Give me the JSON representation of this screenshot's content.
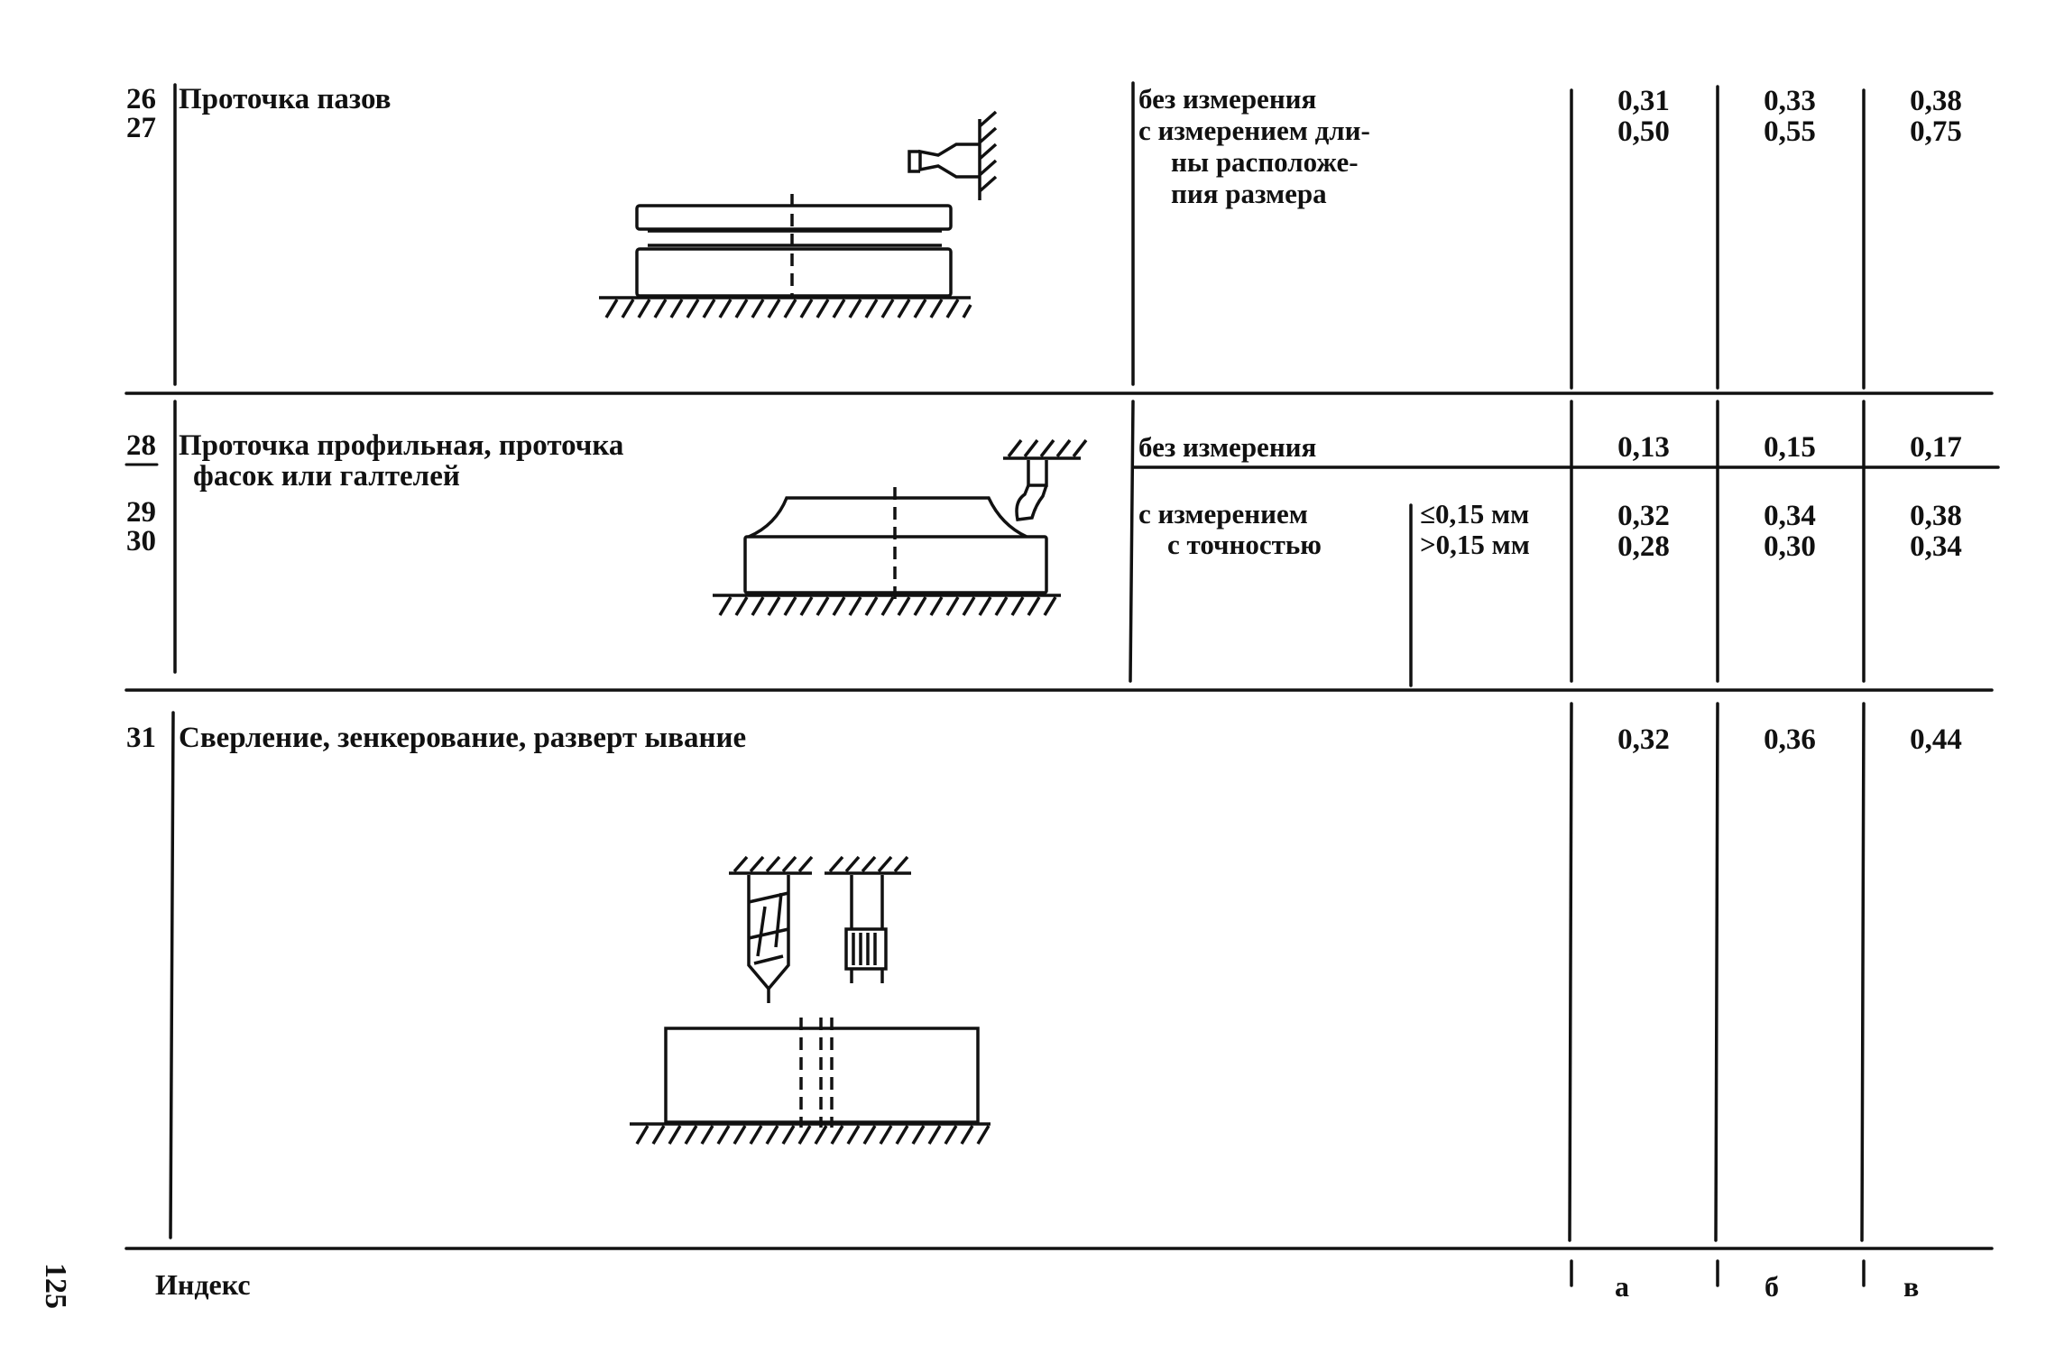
{
  "page_number": "125",
  "rows": [
    {
      "numbers": [
        "26",
        "27"
      ],
      "name_lines": [
        "Проточка пазов"
      ],
      "conditions": [
        {
          "lines": [
            "без измерения"
          ]
        },
        {
          "lines": [
            "с измерением дли-",
            "ны расположе-",
            "пия размера"
          ]
        }
      ],
      "values": [
        [
          "0,31",
          "0,50"
        ],
        [
          "0,33",
          "0,55"
        ],
        [
          "0,38",
          "0,75"
        ]
      ]
    },
    {
      "numbers": [
        "28",
        "29",
        "30"
      ],
      "name_lines": [
        "Проточка профильная, проточка",
        "фасок или галтелей"
      ],
      "conditions": [
        {
          "lines": [
            "без измерения"
          ]
        },
        {
          "lines": [
            "с измерением",
            "с точностью"
          ],
          "sub": [
            "≤0,15 мм",
            ">0,15 мм"
          ]
        }
      ],
      "values": [
        [
          "0,13",
          "0,32",
          "0,28"
        ],
        [
          "0,15",
          "0,34",
          "0,30"
        ],
        [
          "0,17",
          "0,38",
          "0,34"
        ]
      ]
    },
    {
      "numbers": [
        "31"
      ],
      "name_lines": [
        "Сверление, зенкерование, разверт ывание"
      ],
      "values": [
        [
          "0,32"
        ],
        [
          "0,36"
        ],
        [
          "0,44"
        ]
      ]
    }
  ],
  "footer": {
    "index_label": "Индекс",
    "columns": [
      "а",
      "б",
      "в"
    ]
  }
}
